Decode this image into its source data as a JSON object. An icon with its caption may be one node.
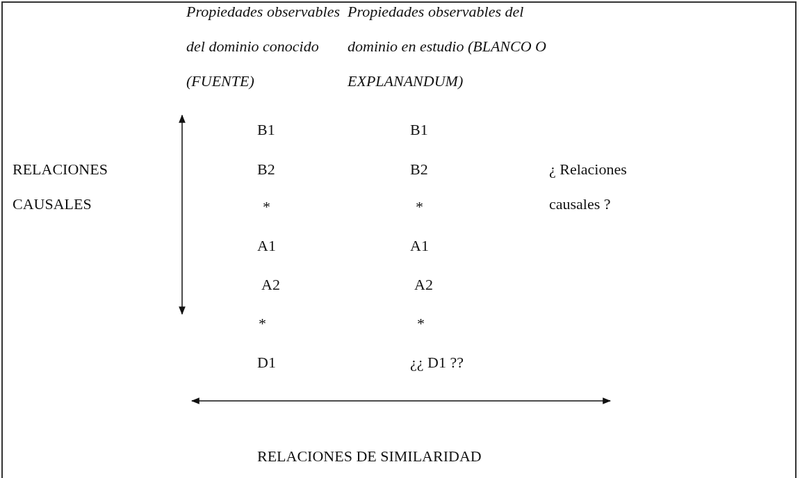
{
  "diagram": {
    "labels": [
      "Propiedades observables del dominio conocido (FUENTE)",
      "Propiedades observables del dominio en estudio (BLANCO O EXPLANANDUM)",
      "B1",
      "B1",
      "RELACIONES CAUSALES",
      "B2",
      "B2",
      "¿ Relaciones causales ?",
      "*",
      "*",
      "A1",
      "A1",
      "A2",
      "A2",
      "*",
      "*",
      "D1",
      "¿¿ D1 ??",
      "RELACIONES DE SIMILARIDAD"
    ]
  }
}
